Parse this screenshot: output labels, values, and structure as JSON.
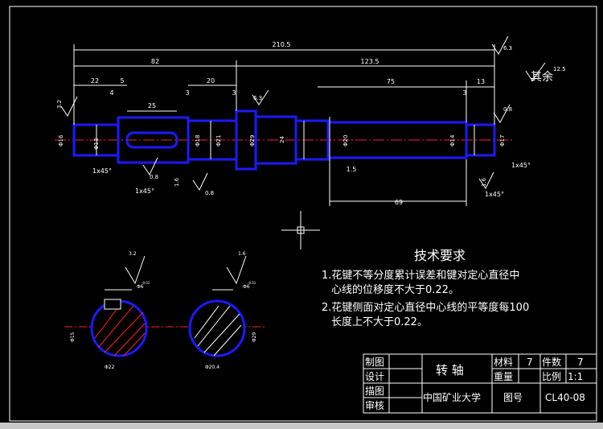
{
  "dimensions": {
    "total_length": "210.5",
    "left_82": "82",
    "right_123_5": "123.5",
    "d22": "22",
    "d5": "5",
    "d4": "4",
    "d25": "25",
    "d3a": "3",
    "d20": "20",
    "d3b": "3",
    "d75": "75",
    "d3c": "3",
    "d13": "13",
    "d1_5": "1.5",
    "d69": "69",
    "phi16": "Φ16",
    "phi13": "Φ13",
    "phi18": "Φ18",
    "phi21": "Φ21",
    "phi29": "Φ29",
    "d24": "24",
    "phi20": "Φ20",
    "phi14": "Φ14",
    "phi17": "Φ17",
    "chamfer1": "1x45°",
    "chamfer2": "1x45°",
    "chamfer3": "1x45°",
    "chamfer4": "1x45°",
    "d1_6a": "1.6",
    "d1_6b": "1.6",
    "d1_6c": "1.6"
  },
  "roughness": {
    "r_left": "3.2",
    "r_0_8a": "0.8",
    "r_0_8b": "0.8",
    "r_6_3": "6.3",
    "r_0_8c": "0.8",
    "r_12_5": "12.5",
    "r_sec1": "3.2",
    "r_sec2": "1.6",
    "r_top": "6.3"
  },
  "other_note": "其余",
  "sections": {
    "s1_phi6": "Φ6",
    "s1_phi6_tol": "-0.01",
    "s1_phi15": "Φ15",
    "s1_phi22": "Φ22",
    "s2_phi6": "Φ6",
    "s2_phi6_tol": "-0.01",
    "s2_phi29": "Φ29",
    "s2_phi20": "Φ20.4"
  },
  "tech": {
    "title": "技术要求",
    "line1": "1.花键不等分度累计误差和键对定心直径中",
    "line1b": "心线的位移度不大于0.22。",
    "line2": "2.花键侧面对定心直径中心线的平等度每100",
    "line2b": "长度上不大于0.22。"
  },
  "title_block": {
    "zhitu": "制图",
    "sheji": "设计",
    "miaotu": "描图",
    "shenhe": "审核",
    "name": "转 轴",
    "cailiao": "材料",
    "cailiao_val": "7",
    "jianshu": "件数",
    "jianshu_val": "7",
    "zhongliang": "重量",
    "bili": "比例",
    "bili_val": "1:1",
    "school": "中国矿业大学",
    "tuhao": "图号",
    "tuhao_val": "CL40-08"
  }
}
